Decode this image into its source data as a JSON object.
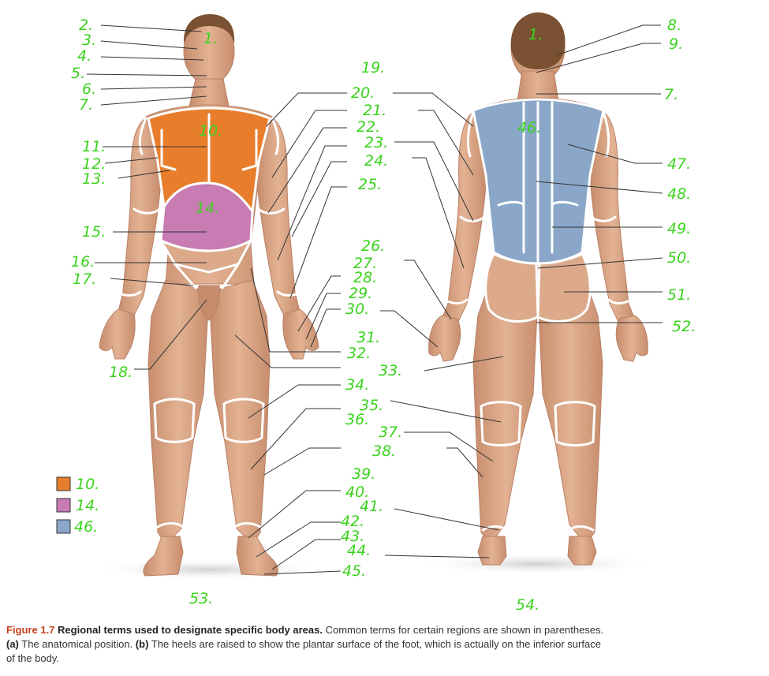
{
  "colors": {
    "label": "#39d31c",
    "thoracic": "#e87e2c",
    "abdominal": "#c97bb4",
    "dorsal": "#8aa6c8",
    "skin": "#dca98a",
    "skin_dark": "#b98064",
    "hair": "#7a5132",
    "leader": "#333333",
    "caption_red": "#c8401e"
  },
  "legend": [
    {
      "color": "#e87e2c",
      "label": "10."
    },
    {
      "color": "#c97bb4",
      "label": "14."
    },
    {
      "color": "#8aa6c8",
      "label": "46."
    }
  ],
  "region_labels": [
    "1.",
    "10.",
    "14.",
    "1.",
    "46."
  ],
  "labels": [
    "2.",
    "3.",
    "4.",
    "5.",
    "6.",
    "7.",
    "11.",
    "12.",
    "13.",
    "15.",
    "16.",
    "17.",
    "18.",
    "19.",
    "20.",
    "21.",
    "22.",
    "23.",
    "24.",
    "25.",
    "26.",
    "27.",
    "28.",
    "29.",
    "30.",
    "31.",
    "32.",
    "33.",
    "34.",
    "35.",
    "36.",
    "37.",
    "38.",
    "39.",
    "40.",
    "41.",
    "42.",
    "43.",
    "44.",
    "45.",
    "8.",
    "9.",
    "7.",
    "47.",
    "48.",
    "49.",
    "50.",
    "51.",
    "52.",
    "53.",
    "54."
  ],
  "caption": {
    "figure": "Figure 1.7",
    "title": "Regional terms used to designate specific body areas.",
    "text1": " Common terms for certain regions are shown in parentheses. ",
    "a": "(a)",
    "text2": " The anatomical position. ",
    "b": "(b)",
    "text3": " The heels are raised to show the plantar surface of the foot, which is actually on the inferior surface of the body."
  }
}
